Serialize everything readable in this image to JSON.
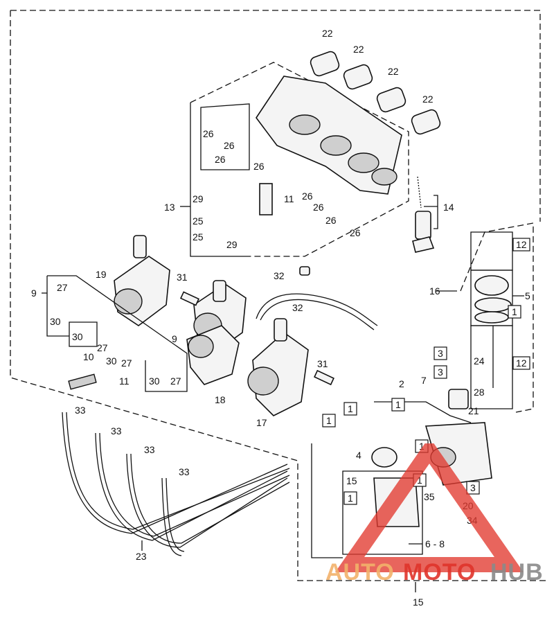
{
  "callouts": {
    "c22a": "22",
    "c22b": "22",
    "c22c": "22",
    "c22d": "22",
    "c26a": "26",
    "c26b": "26",
    "c26c": "26",
    "c26d": "26",
    "c26e": "26",
    "c26f": "26",
    "c26g": "26",
    "c26h": "26",
    "c13": "13",
    "c29a": "29",
    "c29b": "29",
    "c25a": "25",
    "c25b": "25",
    "c11a": "11",
    "c14": "14",
    "c19": "19",
    "c31a": "31",
    "c32a": "32",
    "c32b": "32",
    "c9a": "9",
    "c27a": "27",
    "c30a": "30",
    "c30b": "30",
    "c27b": "27",
    "c10": "10",
    "c30c": "30",
    "c27c": "27",
    "c11b": "11",
    "c9b": "9",
    "c30d": "30",
    "c27d": "27",
    "c18": "18",
    "c17": "17",
    "c31b": "31",
    "c1a": "1",
    "c1b": "1",
    "c16": "16",
    "c12a": "12",
    "c5": "5",
    "c1c": "1",
    "c24": "24",
    "c12b": "12",
    "c28": "28",
    "c3a": "3",
    "c3b": "3",
    "c2": "2",
    "c1d": "1",
    "c7": "7",
    "c21": "21",
    "c4": "4",
    "c1e": "1",
    "c1f": "1",
    "c15a": "15",
    "c1g": "1",
    "c3c": "3",
    "c35": "35",
    "c20": "20",
    "c34": "34",
    "c68": "6 - 8",
    "c15b": "15",
    "c33a": "33",
    "c33b": "33",
    "c33c": "33",
    "c33d": "33",
    "c23": "23"
  },
  "logo": {
    "part1": "AUTO",
    "part2": "MOTO",
    "part3": "HUB"
  },
  "colors": {
    "logo_red": "#e0342b",
    "logo_orange": "#f2b26b",
    "logo_gray": "#8a8a8a",
    "logo_triangle": "#e23a30"
  }
}
